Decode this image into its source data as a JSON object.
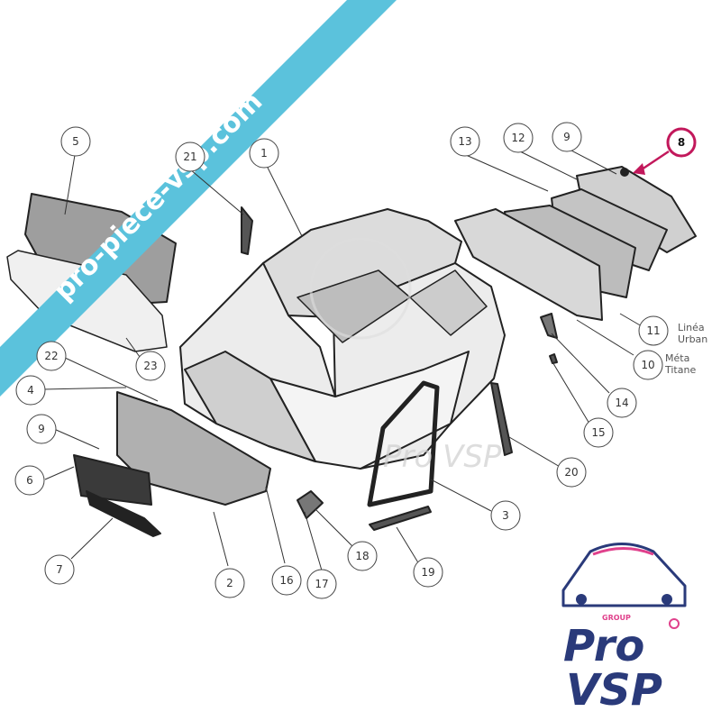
{
  "diagram": {
    "callouts": [
      {
        "id": "c1",
        "label": "1"
      },
      {
        "id": "c2",
        "label": "2"
      },
      {
        "id": "c3",
        "label": "3"
      },
      {
        "id": "c4",
        "label": "4"
      },
      {
        "id": "c5",
        "label": "5"
      },
      {
        "id": "c6",
        "label": "6"
      },
      {
        "id": "c7",
        "label": "7"
      },
      {
        "id": "c8",
        "label": "8"
      },
      {
        "id": "c9a",
        "label": "9"
      },
      {
        "id": "c9b",
        "label": "9"
      },
      {
        "id": "c10",
        "label": "10"
      },
      {
        "id": "c11",
        "label": "11"
      },
      {
        "id": "c12",
        "label": "12"
      },
      {
        "id": "c13",
        "label": "13"
      },
      {
        "id": "c14",
        "label": "14"
      },
      {
        "id": "c15",
        "label": "15"
      },
      {
        "id": "c16",
        "label": "16"
      },
      {
        "id": "c17",
        "label": "17"
      },
      {
        "id": "c18",
        "label": "18"
      },
      {
        "id": "c19",
        "label": "19"
      },
      {
        "id": "c20",
        "label": "20"
      },
      {
        "id": "c21",
        "label": "21"
      },
      {
        "id": "c22",
        "label": "22"
      },
      {
        "id": "c23",
        "label": "23"
      }
    ],
    "version_labels": {
      "item11_line1": "Linéa",
      "item11_line2": "Urban",
      "item10_line1": "Méta",
      "item10_line2": "Titane"
    },
    "highlight_color": "#c2185b"
  },
  "watermark": {
    "banner_text": "pro-piece-vsp.com",
    "banner_color": "#5bc2dc",
    "center_text": "Pro VSP"
  },
  "logo": {
    "group_text": "GROUP",
    "word1": "Pro",
    "word2": "VSP",
    "primary_color": "#2a3a7a",
    "accent_color": "#e0418c"
  }
}
